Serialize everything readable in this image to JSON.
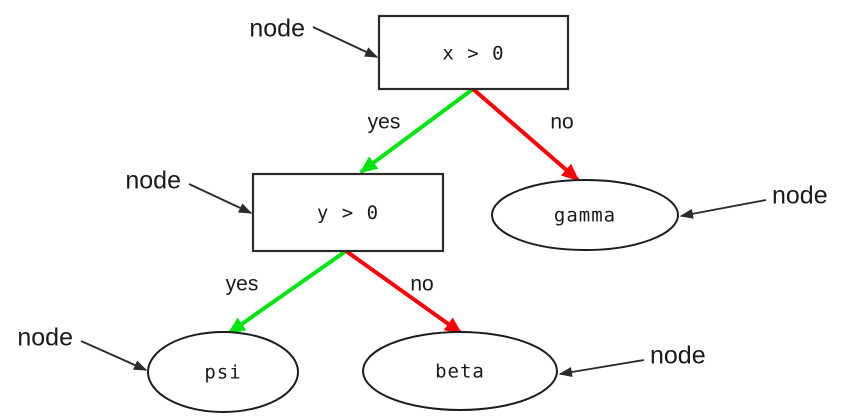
{
  "diagram": {
    "type": "decision-tree",
    "background_color": "#ffffff",
    "colors": {
      "yes_branch": "#00e512",
      "no_branch": "#fb0006",
      "node_outline": "#2a2a2a",
      "text": "#1a1a1a"
    },
    "decision_nodes": [
      {
        "id": "root",
        "label": "x > 0",
        "shape": "rectangle"
      },
      {
        "id": "child",
        "label": "y > 0",
        "shape": "rectangle"
      }
    ],
    "leaf_nodes": [
      {
        "id": "gamma",
        "label": "gamma",
        "shape": "ellipse"
      },
      {
        "id": "psi",
        "label": "psi",
        "shape": "ellipse"
      },
      {
        "id": "beta",
        "label": "beta",
        "shape": "ellipse"
      }
    ],
    "branches": [
      {
        "from": "root",
        "to": "child",
        "label": "yes",
        "color": "#00e512"
      },
      {
        "from": "root",
        "to": "gamma",
        "label": "no",
        "color": "#fb0006"
      },
      {
        "from": "child",
        "to": "psi",
        "label": "yes",
        "color": "#00e512"
      },
      {
        "from": "child",
        "to": "beta",
        "label": "no",
        "color": "#fb0006"
      }
    ],
    "annotations": [
      {
        "id": "anno-root",
        "label": "node",
        "target": "root",
        "side": "left"
      },
      {
        "id": "anno-child",
        "label": "node",
        "target": "child",
        "side": "left"
      },
      {
        "id": "anno-gamma",
        "label": "node",
        "target": "gamma",
        "side": "right"
      },
      {
        "id": "anno-psi",
        "label": "node",
        "target": "psi",
        "side": "left"
      },
      {
        "id": "anno-beta",
        "label": "node",
        "target": "beta",
        "side": "right"
      }
    ]
  }
}
